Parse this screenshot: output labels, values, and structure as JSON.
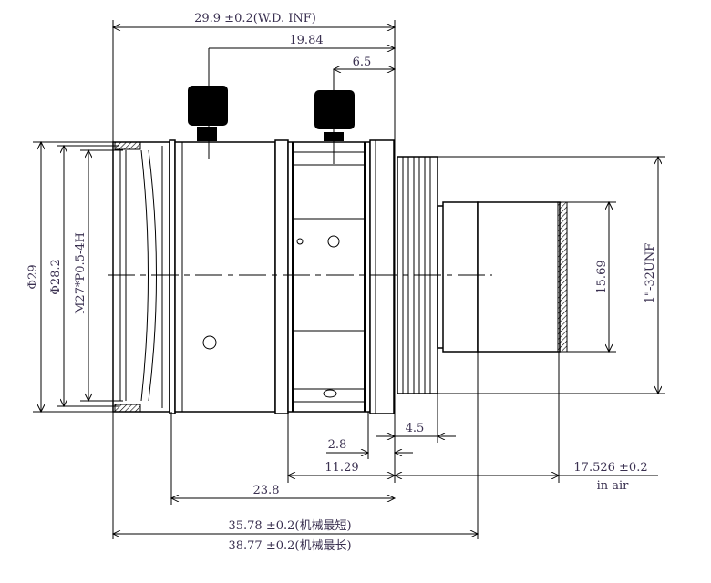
{
  "dimensions": {
    "wd": "29.9 ±0.2(W.D. INF)",
    "d1984": "19.84",
    "d65": "6.5",
    "phi29": "Φ29",
    "phi282": "Φ28.2",
    "thread_front": "M27*P0.5-4H",
    "d1569": "15.69",
    "thread_rear": "1\"-32UNF",
    "d45": "4.5",
    "d28": "2.8",
    "d1129": "11.29",
    "flange": "17.526 ±0.2",
    "flange_note": "in air",
    "d238": "23.8",
    "len_min": "35.78 ±0.2(机械最短)",
    "len_max": "38.77 ±0.2(机械最长)"
  }
}
